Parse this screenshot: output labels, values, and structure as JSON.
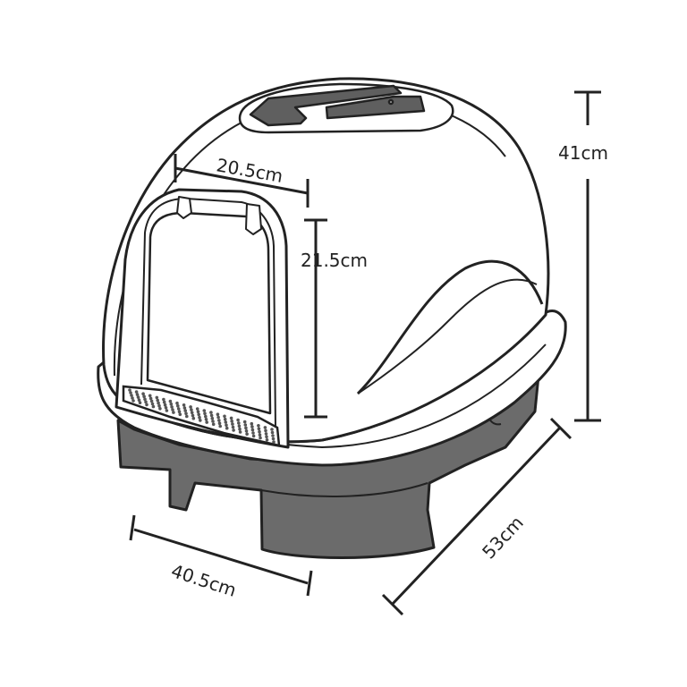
{
  "dimensions": {
    "height": "41cm",
    "depth": "53cm",
    "width": "40.5cm",
    "door_width": "20.5cm",
    "door_height": "21.5cm"
  },
  "colors": {
    "outline": "#222222",
    "base_fill": "#6b6b6b",
    "hood_fill": "#ffffff",
    "handle_fill": "#5f5f5f",
    "grid_dots": "#555555"
  }
}
